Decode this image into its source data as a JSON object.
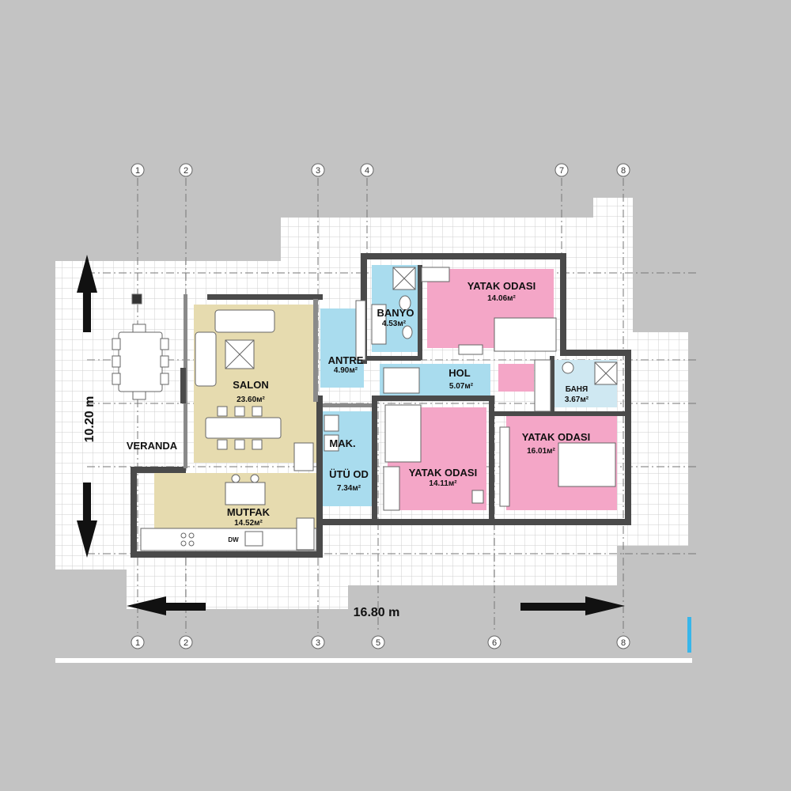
{
  "dimensions": {
    "width": "16.80 m",
    "height": "10.20 m"
  },
  "axes": {
    "top": [
      "1",
      "2",
      "3",
      "4",
      "7",
      "8"
    ],
    "bottom": [
      "1",
      "2",
      "3",
      "5",
      "6",
      "8"
    ]
  },
  "rooms": {
    "veranda": {
      "name": "VERANDA"
    },
    "salon": {
      "name": "SALON",
      "area": "23.60м²"
    },
    "antre": {
      "name": "ANTRE",
      "area": "4.90м²"
    },
    "banyo": {
      "name": "BANYO",
      "area": "4.53м²"
    },
    "yatak1": {
      "name": "YATAK ODASI",
      "area": "14.06м²"
    },
    "hol": {
      "name": "HOL",
      "area": "5.07м²"
    },
    "banya": {
      "name": "БАНЯ",
      "area": "3.67м²"
    },
    "yatak2": {
      "name": "YATAK ODASI",
      "area": "16.01м²"
    },
    "mak": {
      "name": "MAK."
    },
    "utu": {
      "name": "ÜTÜ OD",
      "area": "7.34м²"
    },
    "yatak3": {
      "name": "YATAK ODASI",
      "area": "14.11м²"
    },
    "mutfak": {
      "name": "MUTFAK",
      "area": "14.52м²"
    }
  },
  "fixtures": {
    "dishwasher": "DW"
  },
  "colors": {
    "background": "#c3c3c3",
    "living": "#e6dbaf",
    "bedroom": "#f4a6c7",
    "wet": "#a9dcee",
    "walls": "#4a4a4a"
  }
}
